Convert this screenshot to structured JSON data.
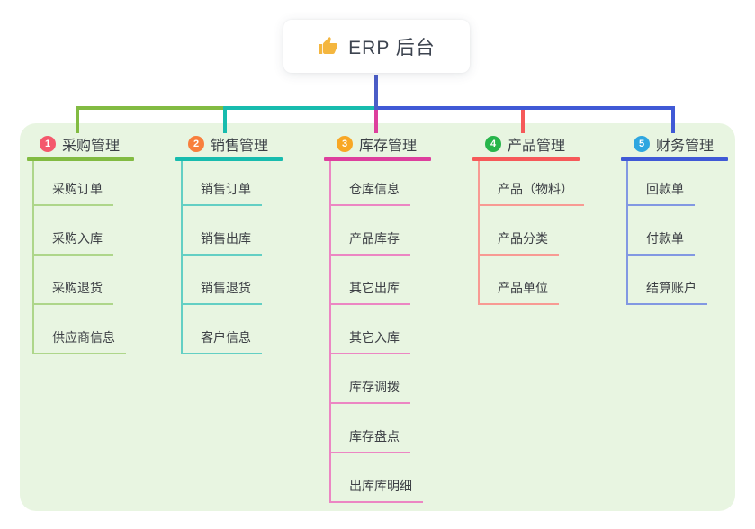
{
  "root": {
    "label": "ERP 后台",
    "icon": "thumbs-up"
  },
  "colors": {
    "canvas_bg": "#ffffff",
    "panel_bg": "#e8f5e1",
    "root_connector": "#4b5dc7",
    "root_text": "#3d4450",
    "thumb_icon": "#f4b63f"
  },
  "branches": [
    {
      "index": "1",
      "label": "采购管理",
      "badge_color": "#f4586c",
      "line_color": "#82bb42",
      "leaf_line_color": "#aed68a",
      "children": [
        "采购订单",
        "采购入库",
        "采购退货",
        "供应商信息"
      ]
    },
    {
      "index": "2",
      "label": "销售管理",
      "badge_color": "#f87f3d",
      "line_color": "#18bcae",
      "leaf_line_color": "#63cfc4",
      "children": [
        "销售订单",
        "销售出库",
        "销售退货",
        "客户信息"
      ]
    },
    {
      "index": "3",
      "label": "库存管理",
      "badge_color": "#f8a725",
      "line_color": "#dd3f9d",
      "leaf_line_color": "#ec86c3",
      "children": [
        "仓库信息",
        "产品库存",
        "其它出库",
        "其它入库",
        "库存调拨",
        "库存盘点",
        "出库库明细"
      ]
    },
    {
      "index": "4",
      "label": "产品管理",
      "badge_color": "#27b54b",
      "line_color": "#f65959",
      "leaf_line_color": "#f89a93",
      "children": [
        "产品（物料）",
        "产品分类",
        "产品单位"
      ]
    },
    {
      "index": "5",
      "label": "财务管理",
      "badge_color": "#2ea6e0",
      "line_color": "#4059d6",
      "leaf_line_color": "#8298e2",
      "children": [
        "回款单",
        "付款单",
        "结算账户"
      ]
    }
  ]
}
